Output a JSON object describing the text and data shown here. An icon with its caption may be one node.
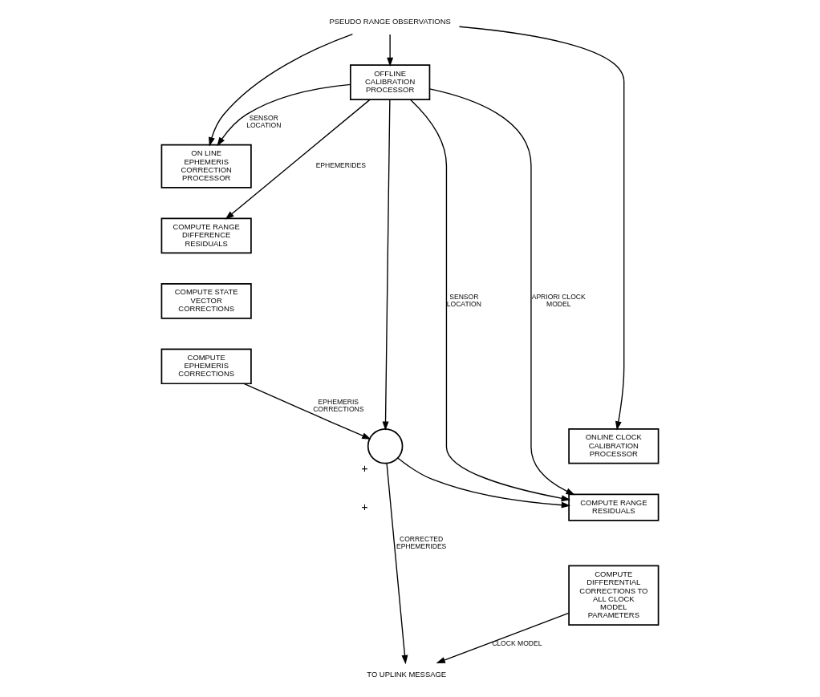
{
  "diagram": {
    "nodes": [
      {
        "text": [
          "PSEUDO RANGE OBSERVATIONS"
        ]
      },
      {
        "text": [
          "ON LINE EPHEMERIS CORRECTION PROCESSOR"
        ]
      },
      {
        "text": [
          "COMPUTE RANGE DIFFERENCE RESIDUALS"
        ]
      },
      {
        "text": [
          "COMPUTE STATE VECTOR CORRECTIONS"
        ]
      },
      {
        "text": [
          "COMPUTE EPHEMERIS CORRECTIONS"
        ]
      },
      {
        "text": [
          "OFFLINE CALIBRATION PROCESSOR"
        ]
      },
      {
        "text": [],
        "shape": "circle",
        "beside": [
          "+",
          "+"
        ]
      },
      {
        "text": [
          "ONLINE CLOCK CALIBRATION PROCESSOR"
        ]
      },
      {
        "text": [
          "COMPUTE RANGE RESIDUALS"
        ]
      },
      {
        "text": [
          "COMPUTE DIFFERENTIAL CORRECTIONS TO ALL CLOCK MODEL PARAMETERS"
        ]
      },
      {
        "text": [
          "TO UPLINK MESSAGE"
        ]
      }
    ],
    "edges": [
      {
        "from": 0,
        "to": 1,
        "arrow": "to"
      },
      {
        "from": 0,
        "to": 5,
        "arrow": "to"
      },
      {
        "from": 0,
        "to": 7,
        "arrow": "to"
      },
      {
        "from": 5,
        "to": 1,
        "arrow": "to",
        "label": "SENSOR LOCATION"
      },
      {
        "from": 5,
        "to": 8,
        "arrow": "to",
        "label": "SENSOR LOCATION"
      },
      {
        "from": 5,
        "to": 8,
        "arrow": "to",
        "label": "APRIORI CLOCK MODEL"
      },
      {
        "from": 5,
        "to": 2,
        "arrow": "to",
        "label": "EPHEMERIDES"
      },
      {
        "from": 5,
        "to": 6,
        "arrow": "to"
      },
      {
        "from": 4,
        "to": 6,
        "arrow": "to",
        "label": "EPHEMERIS CORRECTIONS"
      },
      {
        "from": 6,
        "to": 8,
        "arrow": "to"
      },
      {
        "from": 6,
        "to": 10,
        "arrow": "to",
        "label": "CORRECTED EPHEMERIDES"
      },
      {
        "from": 9,
        "to": 10,
        "arrow": "to",
        "label": "CLOCK MODEL"
      }
    ]
  }
}
